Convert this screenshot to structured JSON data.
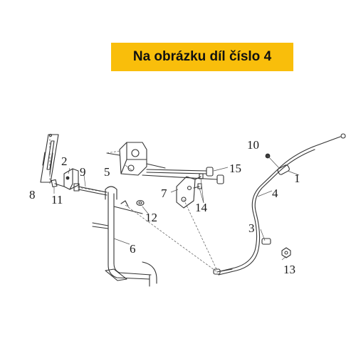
{
  "banner": {
    "text": "Na obrázku díl číslo 4",
    "background": "#f9be0b"
  },
  "callouts": [
    "1",
    "2",
    "3",
    "4",
    "5",
    "6",
    "7",
    "8",
    "9",
    "10",
    "11",
    "12",
    "13",
    "14",
    "15"
  ]
}
